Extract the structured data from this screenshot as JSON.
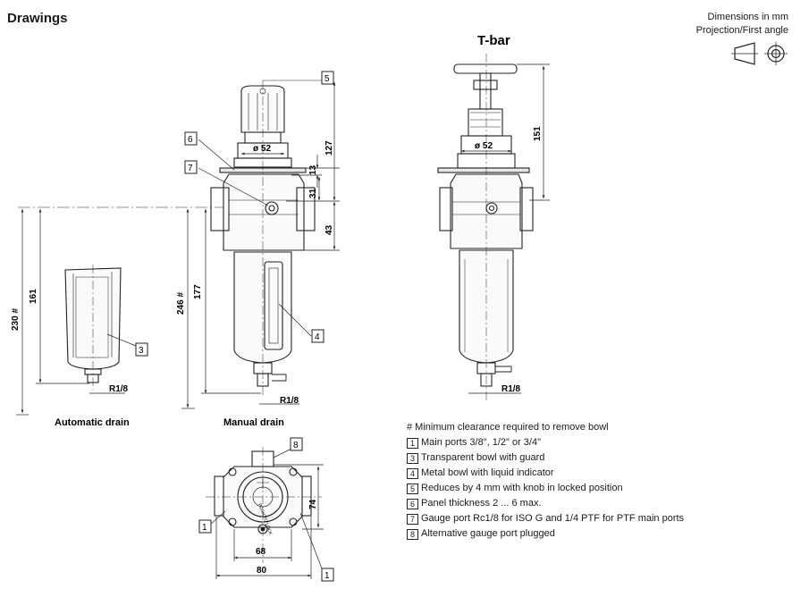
{
  "page": {
    "title": "Drawings",
    "dimensions_note": "Dimensions in mm",
    "projection_note": "Projection/First angle"
  },
  "views": {
    "tbar_title": "T-bar",
    "automatic_drain_caption": "Automatic drain",
    "manual_drain_caption": "Manual drain"
  },
  "dimensions": {
    "d230": "230 #",
    "d161": "161",
    "d246": "246 #",
    "d177": "177",
    "d127": "127",
    "d13": "13",
    "d31": "31",
    "d43": "43",
    "d151": "151",
    "d68": "68",
    "d74": "74",
    "d80": "80",
    "dia52": "ø 52",
    "r18": "R1/8",
    "lock_text": "PUSH TO LOCK"
  },
  "callouts": {
    "c1": "1",
    "c3": "3",
    "c4": "4",
    "c5": "5",
    "c6": "6",
    "c7": "7",
    "c8": "8"
  },
  "notes": [
    {
      "key": "",
      "text": "# Minimum clearance required to remove bowl"
    },
    {
      "key": "1",
      "text": "Main ports 3/8\", 1/2\" or 3/4\""
    },
    {
      "key": "3",
      "text": "Transparent bowl with guard"
    },
    {
      "key": "4",
      "text": "Metal bowl with liquid indicator"
    },
    {
      "key": "5",
      "text": "Reduces by 4 mm with knob in locked position"
    },
    {
      "key": "6",
      "text": "Panel thickness 2 ... 6 max."
    },
    {
      "key": "7",
      "text": "Gauge port Rc1/8 for ISO G and 1/4 PTF for PTF main ports"
    },
    {
      "key": "8",
      "text": "Alternative gauge port plugged"
    }
  ],
  "icons": [
    "projection-cone-icon",
    "projection-circles-icon"
  ]
}
